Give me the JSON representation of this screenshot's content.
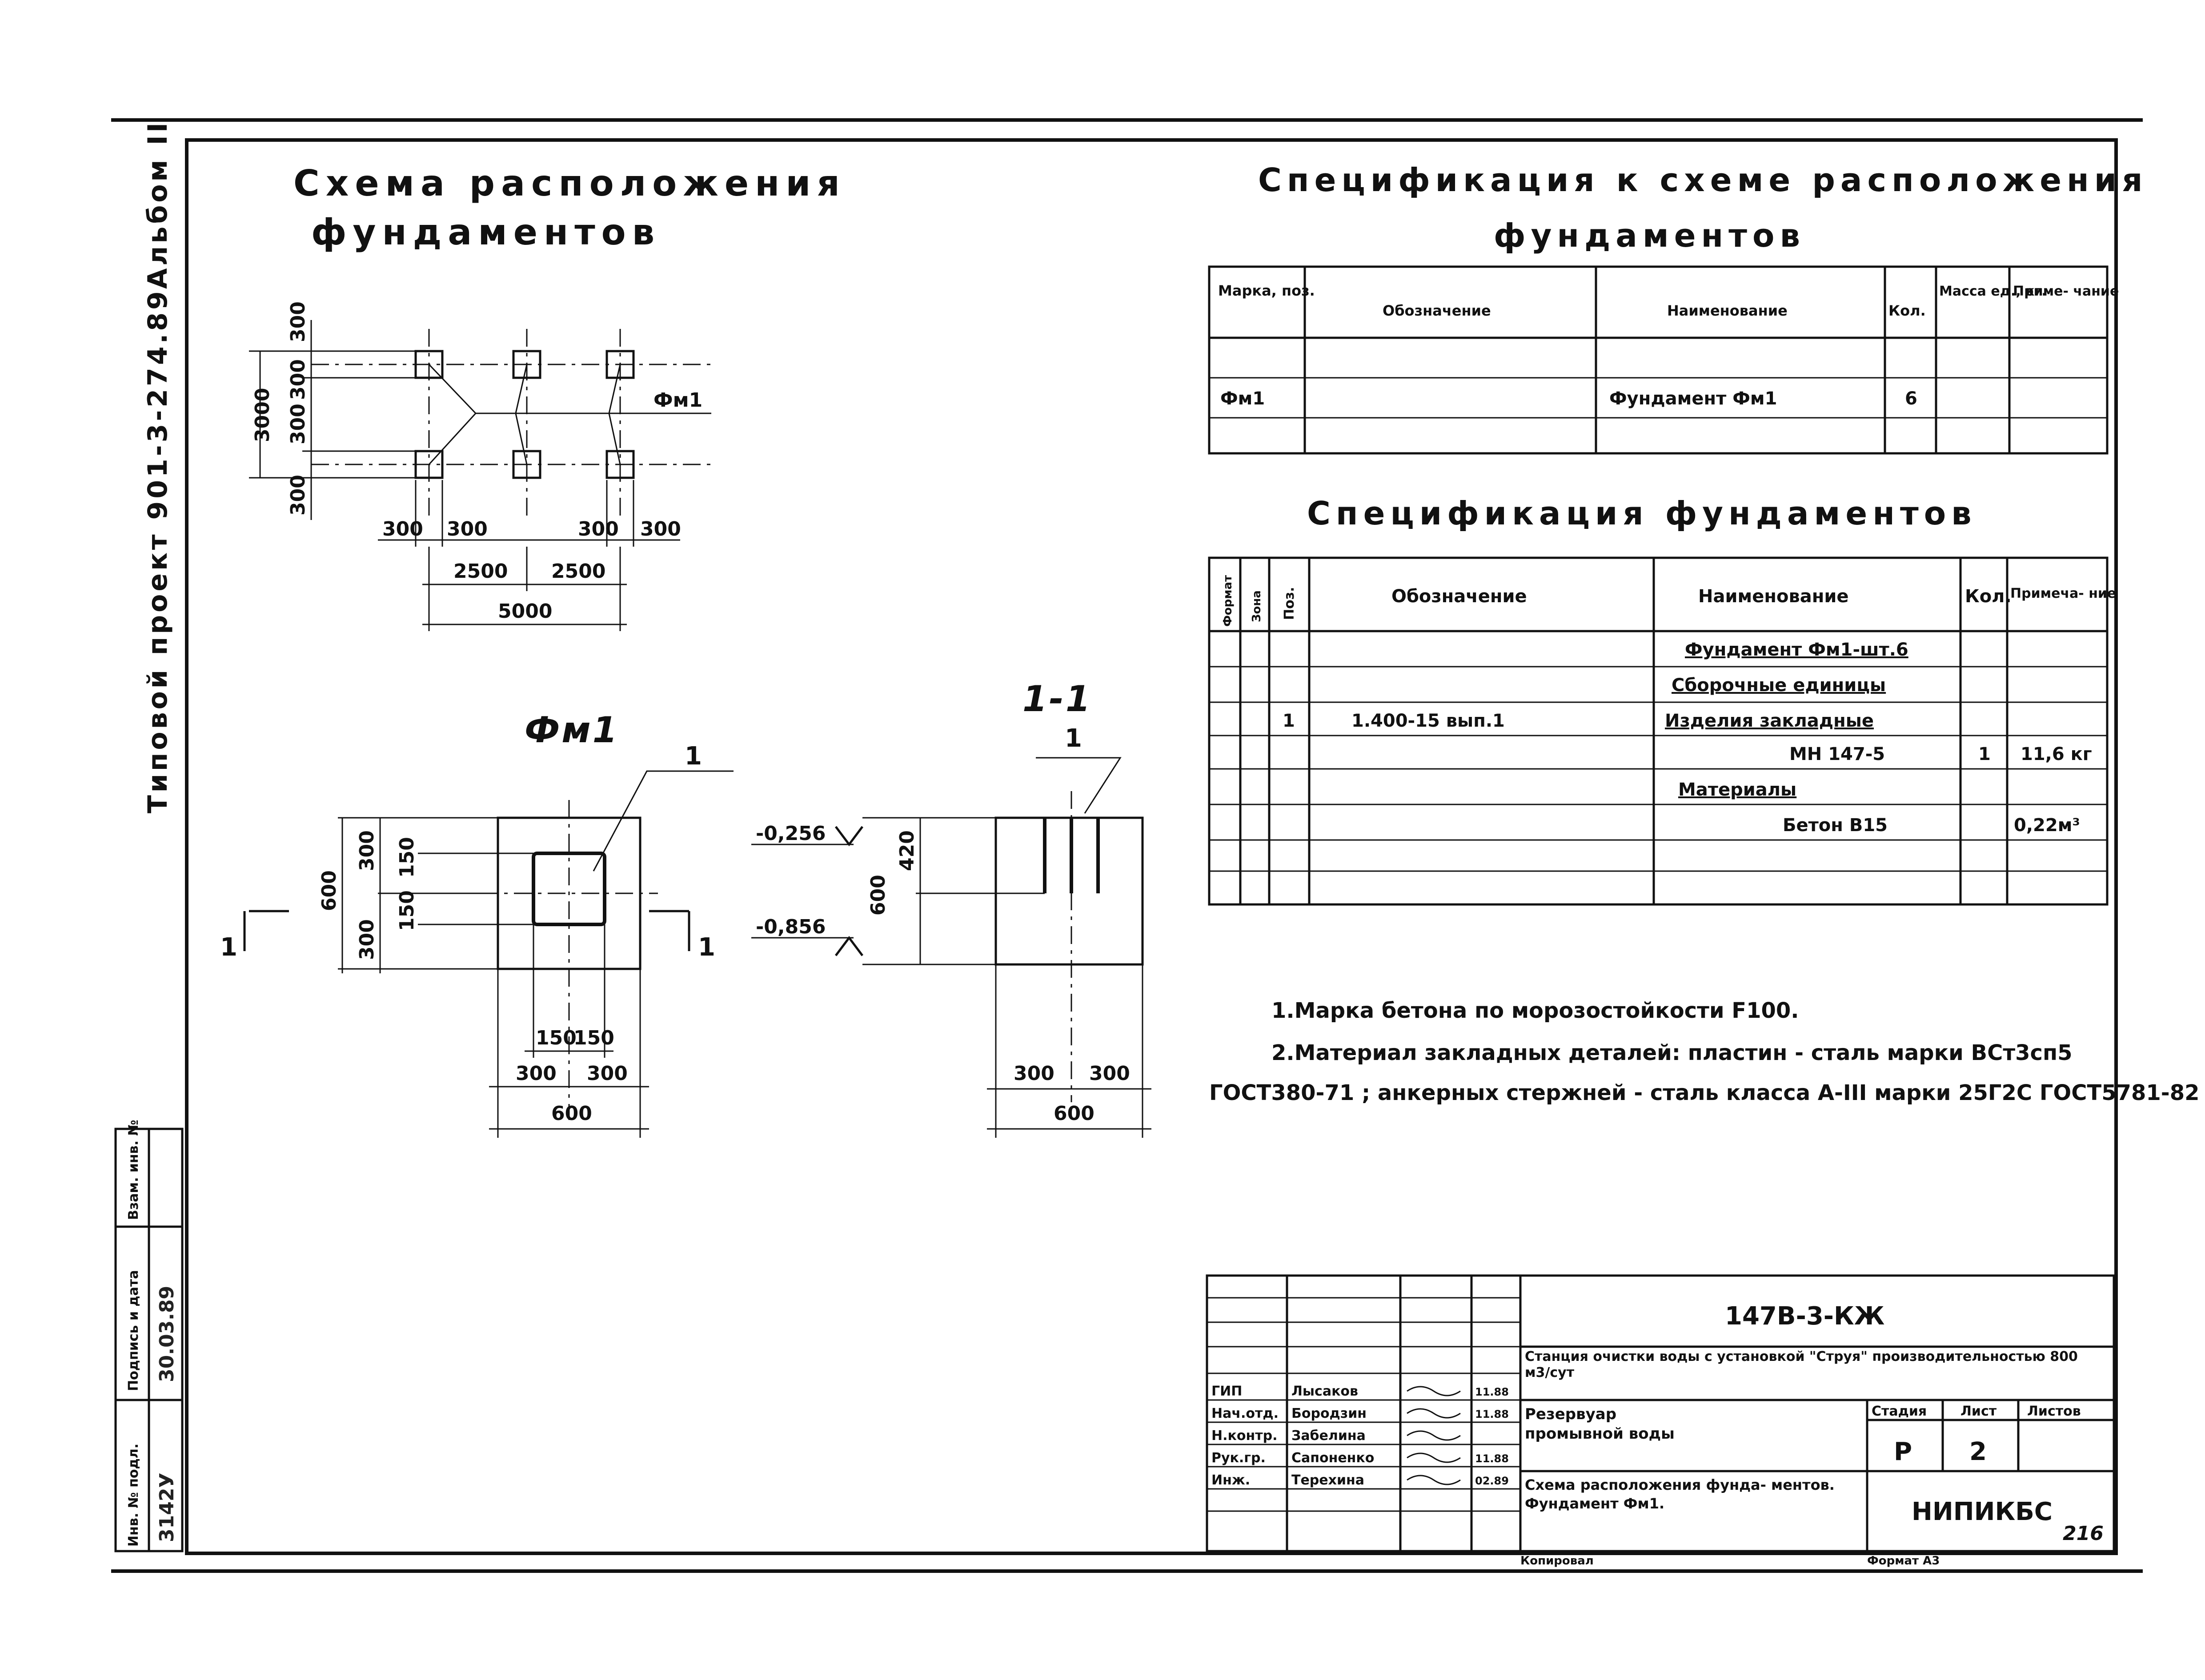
{
  "side_title": "Типовой проект 901-3-274.89",
  "album": "Альбом II",
  "layout_title_line1": "Схема расположения",
  "layout_title_line2": "фундаментов",
  "layout_plan": {
    "vertical_dims": [
      "300",
      "300",
      "300",
      "300",
      "300"
    ],
    "overall_vertical": "3000",
    "foundation_label": "Фм1",
    "horizontal_dims_top": [
      "300",
      "300",
      "300",
      "300"
    ],
    "horizontal_dims_mid": [
      "2500",
      "2500"
    ],
    "horizontal_overall": "5000"
  },
  "fm1_title": "Фм1",
  "fm1_plan": {
    "leader": "1",
    "dims_v": [
      "600",
      "300",
      "300",
      "150",
      "150"
    ],
    "dims_h": [
      "150",
      "150",
      "300",
      "300",
      "600"
    ],
    "section_mark": "1"
  },
  "section_title": "1-1",
  "section": {
    "leader": "1",
    "level_top": "-0,256",
    "level_bottom": "-0,856",
    "dim_embed": "420",
    "dim_height": "600",
    "dims_h": [
      "300",
      "300",
      "600"
    ]
  },
  "spec1_title_line1": "Спецификация к схеме расположения",
  "spec1_title_line2": "фундаментов",
  "spec1": {
    "headers": [
      "Марка, поз.",
      "Обозначение",
      "Наименование",
      "Кол.",
      "Масса ед., кг.",
      "Приме- чание"
    ],
    "rows": [
      [
        "",
        "",
        "",
        "",
        "",
        ""
      ],
      [
        "Фм1",
        "",
        "Фундамент Фм1",
        "6",
        "",
        ""
      ],
      [
        "",
        "",
        "",
        "",
        "",
        ""
      ]
    ]
  },
  "spec2_title": "Спецификация фундаментов",
  "spec2": {
    "headers": [
      "Формат",
      "Зона",
      "Поз.",
      "Обозначение",
      "Наименование",
      "Кол.",
      "Примеча- ние"
    ],
    "rows": [
      [
        "",
        "",
        "",
        "",
        "Фундамент Фм1-шт.6",
        "",
        ""
      ],
      [
        "",
        "",
        "",
        "",
        "Сборочные единицы",
        "",
        ""
      ],
      [
        "",
        "",
        "1",
        "1.400-15 вып.1",
        "Изделия закладные",
        "",
        ""
      ],
      [
        "",
        "",
        "",
        "",
        "МН 147-5",
        "1",
        "11,6 кг"
      ],
      [
        "",
        "",
        "",
        "",
        "Материалы",
        "",
        ""
      ],
      [
        "",
        "",
        "",
        "",
        "Бетон В15",
        "",
        "0,22м³"
      ],
      [
        "",
        "",
        "",
        "",
        "",
        "",
        ""
      ]
    ]
  },
  "notes": [
    "1.Марка бетона по морозостойкости F100.",
    "2.Материал закладных деталей: пластин - сталь марки ВСт3сп5",
    "ГОСТ380-71 ; анкерных стержней - сталь класса А-III марки 25Г2С ГОСТ5781-82"
  ],
  "left_strip": {
    "labels": [
      "Инв. № подл.",
      "Подпись и дата",
      "Взам. инв. №"
    ],
    "values": [
      "3142У",
      "30.03.89",
      ""
    ]
  },
  "stamp": {
    "code": "147В-3-КЖ",
    "object": "Станция очистки воды с установкой \"Струя\" производительностью 800 м3/сут",
    "structure": "Резервуар промывной воды",
    "sheet_title": "Схема расположения фунда- ментов. Фундамент Фм1.",
    "roles": [
      "ГИП",
      "Нач.отд.",
      "Н.контр.",
      "Рук.гр.",
      "Инж."
    ],
    "names": [
      "Лысаков",
      "Бородзин",
      "Забелина",
      "Сапоненко",
      "Терехина"
    ],
    "dates": [
      "11.88",
      "11.88",
      "",
      "11.88",
      "02.89"
    ],
    "stage_label": "Стадия",
    "sheet_label": "Лист",
    "sheets_label": "Листов",
    "stage": "Р",
    "sheet": "2",
    "sheets": "",
    "org": "НИПИКБС",
    "page": "216",
    "copied": "Копировал",
    "format": "Формат А3"
  }
}
